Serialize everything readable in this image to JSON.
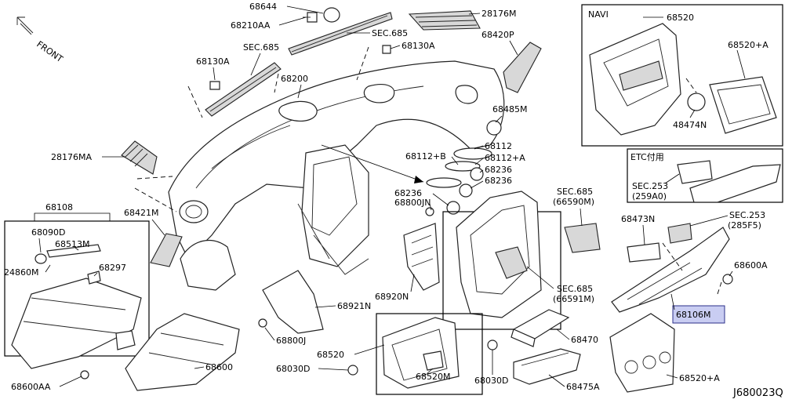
{
  "diagram": {
    "direction_label": "FRONT",
    "diagram_code": "J680023Q",
    "highlight_color": "#c9cdf2",
    "inset_navi": {
      "title": "NAVI",
      "labels": [
        "68520",
        "68520+A",
        "48474N"
      ]
    },
    "inset_etc": {
      "title": "ETC付用",
      "labels": [
        "SEC.253",
        "(259A0)"
      ]
    },
    "labels": {
      "p68644": "68644",
      "p68210AA": "68210AA",
      "p28176M": "28176M",
      "sec685_top": "SEC.685",
      "p68420P": "68420P",
      "p68130A_top": "68130A",
      "sec685_left": "SEC.685",
      "p68130A_left": "68130A",
      "p68200": "68200",
      "p68485M": "68485M",
      "p28176MA": "28176MA",
      "p68112": "68112",
      "p68112B": "68112+B",
      "p68112A": "68112+A",
      "p68236_1": "68236",
      "p68236_2": "68236",
      "p68236_3": "68236",
      "p68800JN": "68800JN",
      "sec685_mid": "SEC.685",
      "sec685_mid_code": "(66590M)",
      "p68108": "68108",
      "p68421M": "68421M",
      "p68090D": "68090D",
      "p68513M": "68513M",
      "p24860M": "24860M",
      "p68297": "68297",
      "p68920N": "68920N",
      "sec685_low": "SEC.685",
      "sec685_low_code": "(66591M)",
      "p68921N": "68921N",
      "p68800J": "68800J",
      "p68600": "68600",
      "p68520_low": "68520",
      "p68030D_left": "68030D",
      "p68520M": "68520M",
      "p68030D_right": "68030D",
      "p68470": "68470",
      "p68475A": "68475A",
      "p68600AA": "68600AA",
      "p68473N": "68473N",
      "sec253_right": "SEC.253",
      "sec253_right_code": "(285F5)",
      "p68600A": "68600A",
      "p68106M": "68106M",
      "p68520A_low": "68520+A"
    }
  }
}
